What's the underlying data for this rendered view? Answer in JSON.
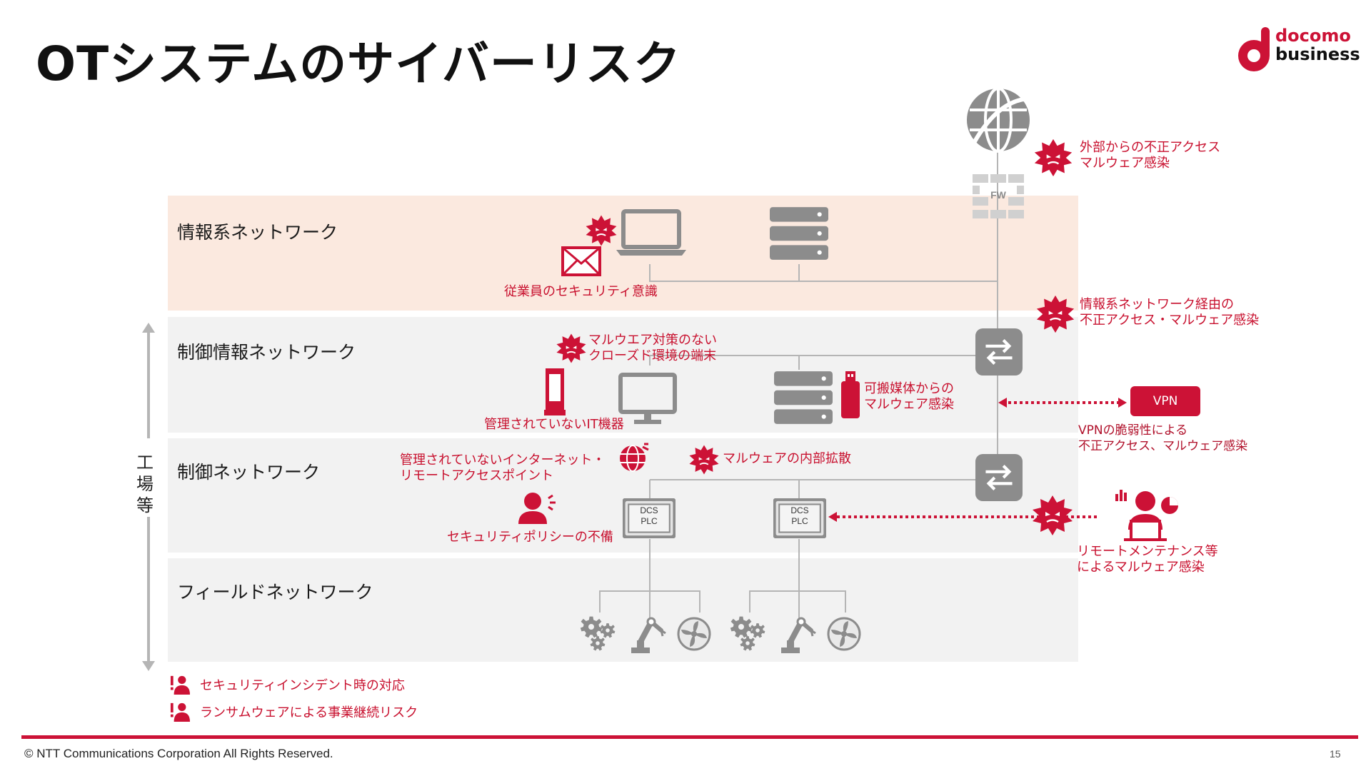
{
  "title": "OTシステムのサイバーリスク",
  "logo": {
    "line1": "docomo",
    "line2": "business"
  },
  "colors": {
    "accent": "#cc1236",
    "info_band": "#fbe9df",
    "band": "#f2f2f2",
    "icon_gray": "#8c8c8c"
  },
  "bands": {
    "info": "情報系ネットワーク",
    "control_info": "制御情報ネットワーク",
    "control": "制御ネットワーク",
    "field": "フィールドネットワーク"
  },
  "factory_label": [
    "工",
    "場",
    "等"
  ],
  "fw_label": "FW",
  "plc_label": [
    "DCS",
    "PLC"
  ],
  "vpn_label": "VPN",
  "risks": {
    "external": [
      "外部からの不正アクセス",
      "マルウェア感染"
    ],
    "via_info": [
      "情報系ネットワーク経由の",
      "不正アクセス・マルウェア感染"
    ],
    "vpn": [
      "VPNの脆弱性による",
      "不正アクセス、マルウェア感染"
    ],
    "remote": [
      "リモートメンテナンス等",
      "によるマルウェア感染"
    ],
    "employee": "従業員のセキュリティ意識",
    "closed": [
      "マルウエア対策のない",
      "クローズド環境の端末"
    ],
    "removable": [
      "可搬媒体からの",
      "マルウェア感染"
    ],
    "unmanaged_it": "管理されていないIT機器",
    "unmanaged_net": [
      "管理されていないインターネット・",
      "リモートアクセスポイント"
    ],
    "internal_spread": "マルウェアの内部拡散",
    "policy": "セキュリティポリシーの不備"
  },
  "legend": [
    "セキュリティインシデント時の対応",
    "ランサムウェアによる事業継続リスク"
  ],
  "icons": [
    "globe-icon",
    "firewall-icon",
    "laptop-icon",
    "server-icon",
    "mail-icon",
    "malware-icon",
    "switch-icon",
    "monitor-icon",
    "usb-icon",
    "tower-device-icon",
    "internet-warning-icon",
    "user-alert-icon",
    "plc-icon",
    "gear-icon",
    "robot-arm-icon",
    "fan-icon",
    "remote-maintenance-icon"
  ],
  "footer": {
    "copyright": "© NTT Communications Corporation All Rights Reserved.",
    "page": "15"
  }
}
